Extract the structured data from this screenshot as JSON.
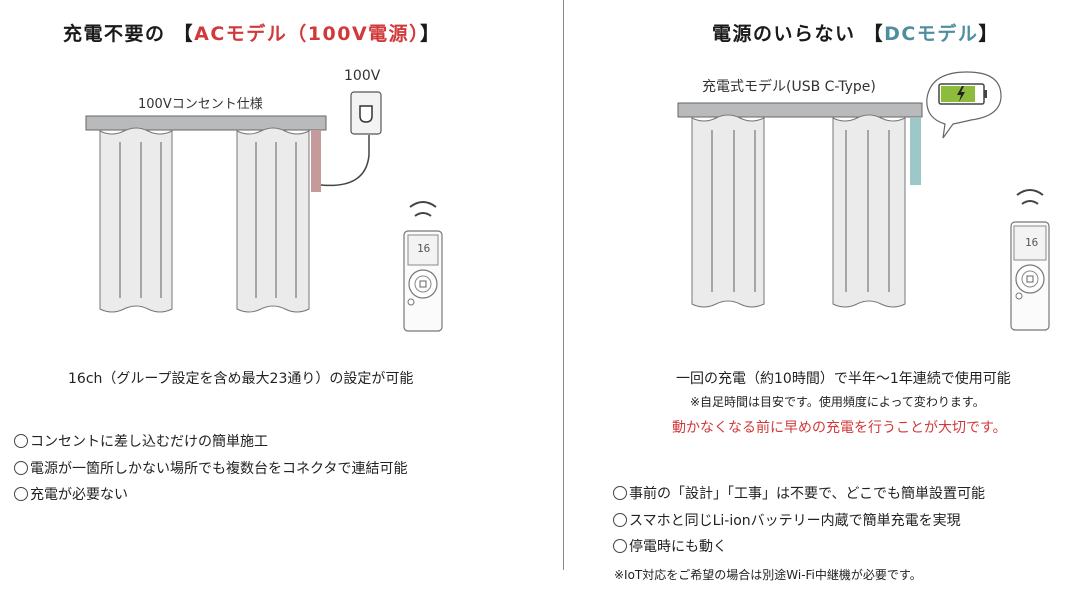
{
  "left": {
    "title_prefix": "充電不要の",
    "title_bracket_open": "【",
    "title_model": "ACモデル（100V電源）",
    "title_bracket_close": "】",
    "accent_color": "#d2393a",
    "diagram": {
      "rail_label": "100Vコンセント仕様",
      "outlet_label": "100V",
      "motor_color": "#c49a9a",
      "icons": [
        "curtain-rail-icon",
        "curtain-icon",
        "wall-outlet-icon",
        "power-cord-icon",
        "remote-control-icon",
        "wireless-signal-icon"
      ]
    },
    "remote_display": "16",
    "lead": "16ch（グループ設定を含め最大23通り）の設定が可能",
    "features": [
      "コンセントに差し込むだけの簡単施工",
      "電源が一箇所しかない場所でも複数台をコネクタで連結可能",
      "充電が必要ない"
    ]
  },
  "right": {
    "title_prefix": "電源のいらない",
    "title_bracket_open": "【",
    "title_model": "DCモデル",
    "title_bracket_close": "】",
    "accent_color": "#4f8ea0",
    "diagram": {
      "rail_label": "充電式モデル(USB C-Type)",
      "motor_color": "#9cc9c7",
      "battery_color": "#8dbb3c",
      "icons": [
        "curtain-rail-icon",
        "curtain-icon",
        "battery-charging-icon",
        "speech-bubble-icon",
        "remote-control-icon",
        "wireless-signal-icon"
      ]
    },
    "remote_display": "16",
    "lead": "一回の充電（約10時間）で半年〜1年連続で使用可能",
    "note": "※自足時間は目安です。使用頻度によって変わります。",
    "warning": "動かなくなる前に早めの充電を行うことが大切です。",
    "features": [
      "事前の「設計」「工事」は不要で、どこでも簡単設置可能",
      "スマホと同じLi-ionバッテリー内蔵で簡単充電を実現",
      "停電時にも動く"
    ],
    "footnote": "※IoT対応をご希望の場合は別途Wi-Fi中継機が必要です。"
  }
}
